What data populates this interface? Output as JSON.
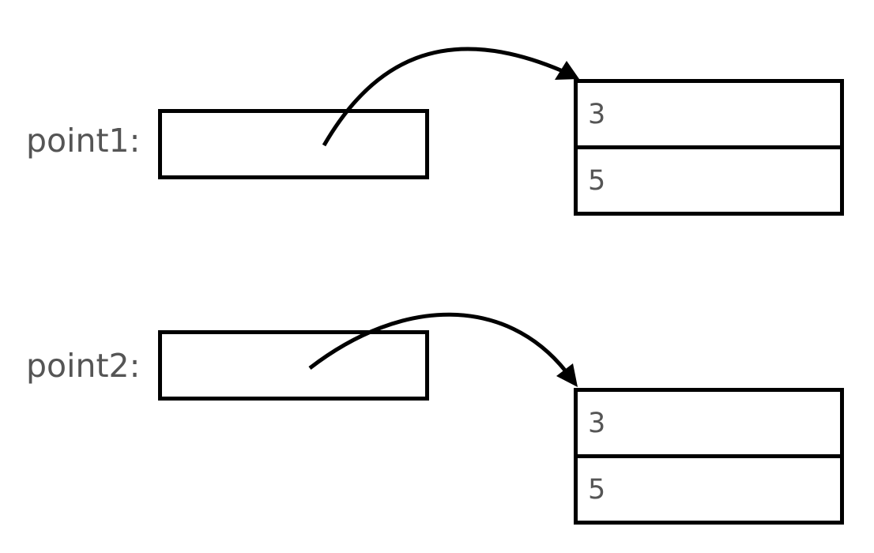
{
  "colors": {
    "stroke": "#000000",
    "label_text": "#555555",
    "value_text": "#555555",
    "background": "#ffffff"
  },
  "variables": [
    {
      "label": "point1:",
      "fields": [
        {
          "value": "3"
        },
        {
          "value": "5"
        }
      ]
    },
    {
      "label": "point2:",
      "fields": [
        {
          "value": "3"
        },
        {
          "value": "5"
        }
      ]
    }
  ]
}
